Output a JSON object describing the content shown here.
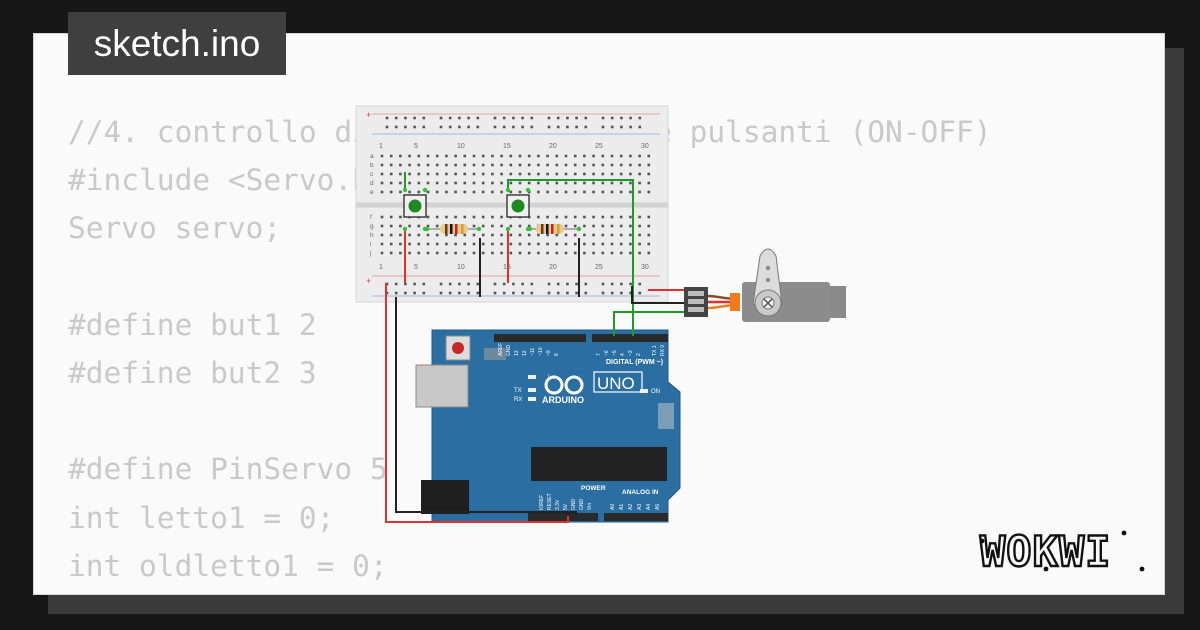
{
  "tab": {
    "title": "sketch.ino"
  },
  "code": {
    "lines": [
      "//4. controllo di un servo con due pulsanti (ON-OFF)",
      "#include <Servo.h>",
      "Servo servo;",
      "",
      "#define but1 2",
      "#define but2 3",
      "",
      "#define PinServo 5",
      "int letto1 = 0;",
      "int oldletto1 = 0;"
    ]
  },
  "breadboard": {
    "col_numbers_top": [
      "1",
      "5",
      "10",
      "15",
      "20",
      "25",
      "30"
    ],
    "col_numbers_bottom": [
      "1",
      "5",
      "10",
      "15",
      "20",
      "25",
      "30"
    ],
    "row_letters_top": [
      "a",
      "b",
      "c",
      "d",
      "e"
    ],
    "row_letters_bottom": [
      "f",
      "g",
      "h",
      "i",
      "j"
    ]
  },
  "arduino": {
    "brand": "ARDUINO",
    "model": "UNO",
    "digital_label": "DIGITAL (PWM ~)",
    "power_label": "POWER",
    "analog_label": "ANALOG IN",
    "led_l": "L",
    "led_tx": "TX",
    "led_rx": "RX",
    "led_on": "ON",
    "top_pins": [
      "AREF",
      "GND",
      "13",
      "12",
      "~11",
      "~10",
      "~9",
      "8",
      "7",
      "~6",
      "~5",
      "4",
      "~3",
      "2",
      "TX 1",
      "RX 0"
    ],
    "power_pins": [
      "IOREF",
      "RESET",
      "3.3V",
      "5V",
      "GND",
      "GND",
      "Vin"
    ],
    "analog_pins": [
      "A0",
      "A1",
      "A2",
      "A3",
      "A4",
      "A5"
    ]
  },
  "brand": {
    "name": "WOKWI"
  },
  "colors": {
    "board_blue": "#2b6ea2",
    "wire_red": "#e03030",
    "wire_green": "#1e9a2a",
    "wire_black": "#222222",
    "servo_wire_orange": "#f07a1c",
    "servo_wire_brown": "#8a4a1a"
  }
}
